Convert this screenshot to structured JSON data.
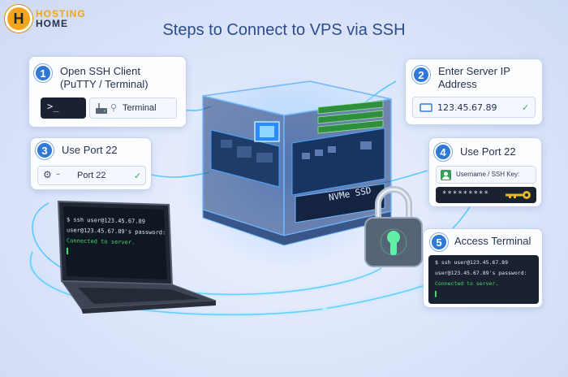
{
  "logo": {
    "letter": "H",
    "line1": "HOSTING",
    "line2": "HOME"
  },
  "title": "Steps to Connect to VPS via SSH",
  "steps": [
    {
      "num": "1",
      "title": "Open SSH Client",
      "subtitle": "(PuTTY / Terminal)",
      "prompt": ">_",
      "app_label": "Terminal"
    },
    {
      "num": "2",
      "title": "Enter Server IP",
      "subtitle": "Address",
      "ip": "123.45.67.89"
    },
    {
      "num": "3",
      "title": "Use Port 22",
      "field": "Port 22"
    },
    {
      "num": "4",
      "title": "Use Port 22",
      "login_label": "Username / SSH Key:",
      "password": "*********"
    },
    {
      "num": "5",
      "title": "Access Terminal"
    }
  ],
  "server": {
    "label": "NVMe SSD"
  },
  "terminal": {
    "lines": [
      "$ ssh user@123.45.67.89",
      "user@123.45.67.89's password:",
      "Connected to server."
    ],
    "cursor": "▌"
  },
  "colors": {
    "accent": "#2f78d6",
    "title": "#2b4d8c",
    "logo": "#f2a51a",
    "ok": "#3aa65a",
    "glow": "#3fc6ff"
  }
}
